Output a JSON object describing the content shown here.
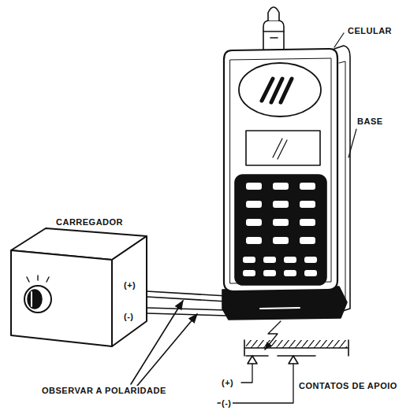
{
  "diagram": {
    "labels": [
      "CELULAR",
      "BASE",
      "CARREGADOR",
      "(+)",
      "(-)",
      "OBSERVAR A POLARIDADE",
      "(+)",
      "(-)",
      "CONTATOS DE APOIO"
    ]
  }
}
